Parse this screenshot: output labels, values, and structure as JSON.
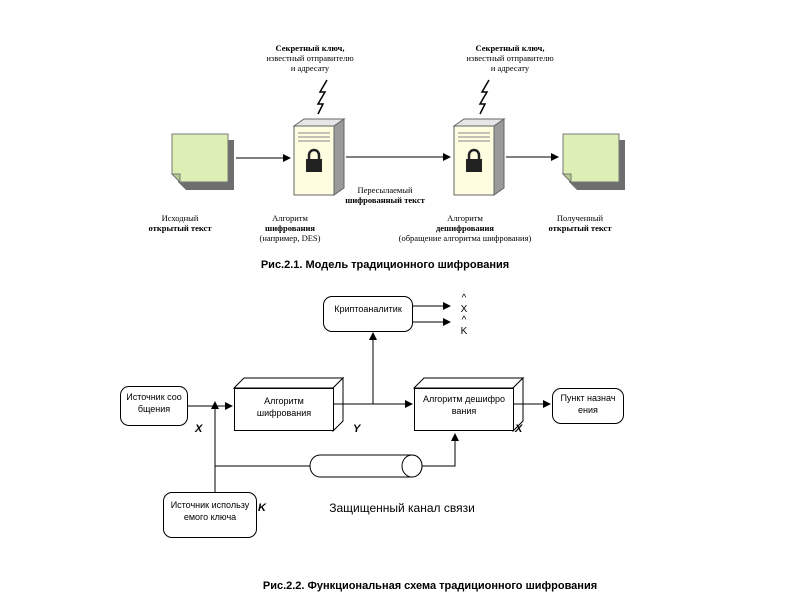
{
  "fig1": {
    "key_left": {
      "title": "Секретный ключ,",
      "line2": "известный отправителю",
      "line3": "и адресату"
    },
    "key_right": {
      "title": "Секретный ключ,",
      "line2": "известный отправителю",
      "line3": "и адресату"
    },
    "transmitted": {
      "line1": "Пересылаемый",
      "line2": "шифрованный текст"
    },
    "source_text": {
      "line1": "Исходный",
      "line2": "открытый текст"
    },
    "enc_algo": {
      "line1": "Алгоритм",
      "line2": "шифрования",
      "line3": "(например, DES)"
    },
    "dec_algo": {
      "line1": "Алгоритм",
      "line2": "дешифрования",
      "line3": "(обращение алгоритма шифрования)"
    },
    "received_text": {
      "line1": "Полученный",
      "line2": "открытый текст"
    },
    "caption": "Рис.2.1. Модель традиционного шифрования"
  },
  "fig2": {
    "cryptanalyst": "Криптоаналитик",
    "out_hat1": "^",
    "out_x": "X",
    "out_hat2": "^",
    "out_k": "K",
    "source_msg": "Источник сообщения",
    "enc_algo": "Алгоритм шифрования",
    "dec_algo": "Алгоритм дешифрования",
    "destination": "Пункт назначения",
    "key_source": "Источник используемого ключа",
    "var_x1": "X",
    "var_y": "Y",
    "var_x2": "X",
    "var_k": "K",
    "channel": "Защищенный канал связи",
    "caption": "Рис.2.2. Функциональная схема традиционного шифрования"
  }
}
